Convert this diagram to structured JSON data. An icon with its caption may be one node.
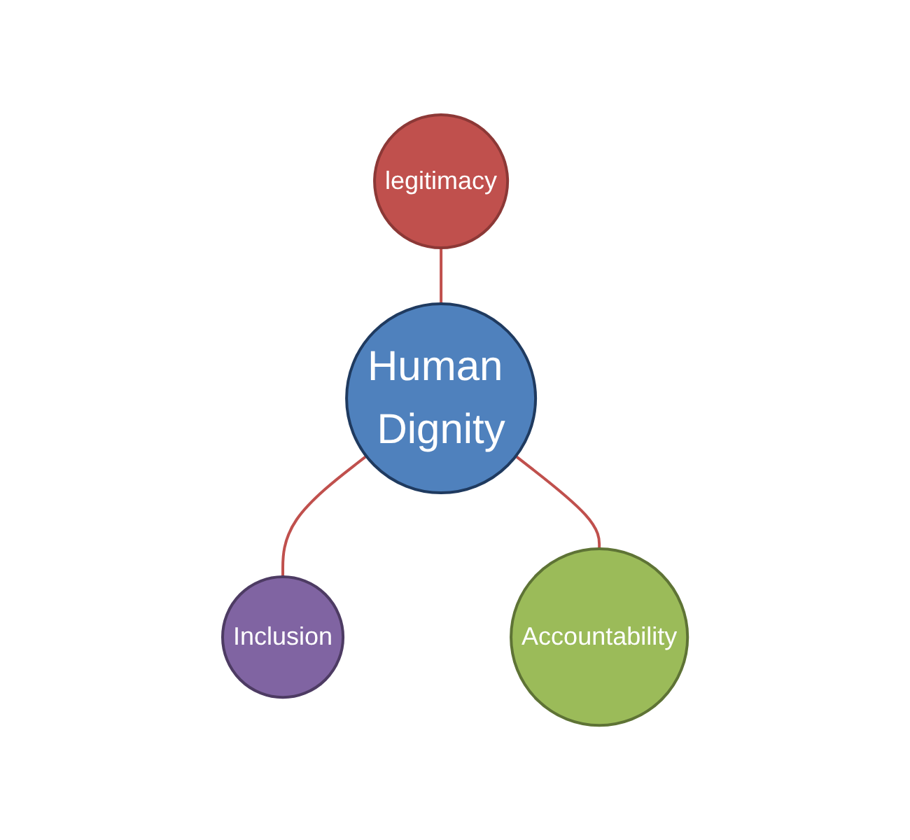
{
  "diagram": {
    "nodes": [
      {
        "text": [
          "legitimacy"
        ]
      },
      {
        "text": [
          "Human Dignity"
        ]
      },
      {
        "text": [
          "Inclusion"
        ]
      },
      {
        "text": [
          "Accountability"
        ]
      }
    ],
    "edges": [
      {
        "from": 0,
        "to": 1,
        "arrow": "none"
      },
      {
        "from": 1,
        "to": 2,
        "arrow": "none"
      },
      {
        "from": 1,
        "to": 3,
        "arrow": "none"
      }
    ]
  }
}
